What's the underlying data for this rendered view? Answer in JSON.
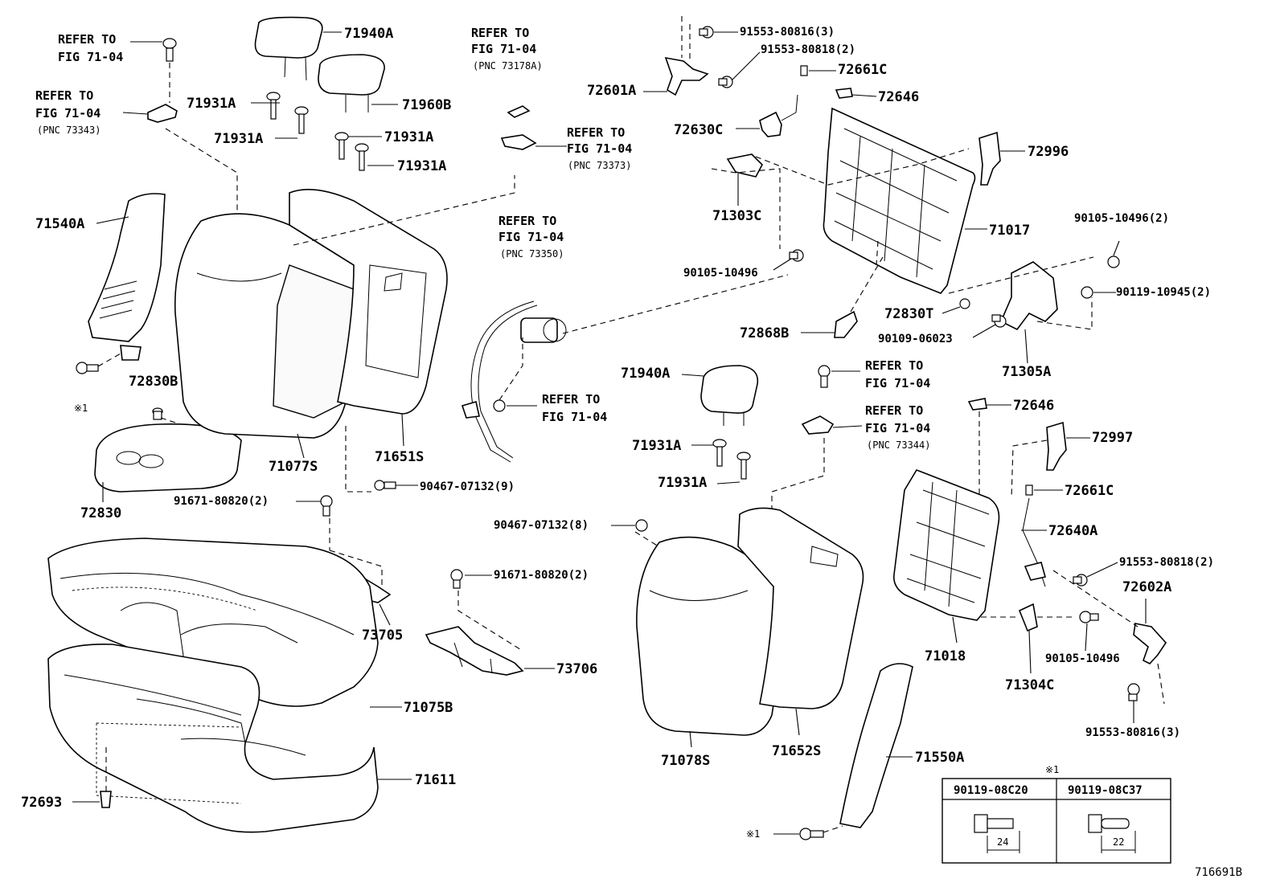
{
  "diagram_id": "716691B",
  "labels": {
    "l71940A_top": "71940A",
    "l71960B": "71960B",
    "l71931A_1": "71931A",
    "l71931A_2": "71931A",
    "l71931A_3": "71931A",
    "l71931A_4": "71931A",
    "l71540A": "71540A",
    "l72830B": "72830B",
    "l72830": "72830",
    "l71077S": "71077S",
    "l71651S": "71651S",
    "l73705": "73705",
    "l73706": "73706",
    "l71075B": "71075B",
    "l71611": "71611",
    "l72693": "72693",
    "l72601A": "72601A",
    "l72630C": "72630C",
    "l72661C_top": "72661C",
    "l72646_top": "72646",
    "l72996": "72996",
    "l71303C": "71303C",
    "l71017": "71017",
    "l72830T": "72830T",
    "l72868B": "72868B",
    "l71305A": "71305A",
    "l71940A_mid": "71940A",
    "l71931A_5": "71931A",
    "l71931A_6": "71931A",
    "l72646_mid": "72646",
    "l72997": "72997",
    "l72661C_mid": "72661C",
    "l72640A": "72640A",
    "l72602A": "72602A",
    "l71018": "71018",
    "l71304C": "71304C",
    "l71078S": "71078S",
    "l71652S": "71652S",
    "l71550A": "71550A"
  },
  "fasteners": {
    "f_91553_80816_top": "91553-80816(3)",
    "f_91553_80818_top": "91553-80818(2)",
    "f_90105_10496_a": "90105-10496",
    "f_90105_10496_2": "90105-10496(2)",
    "f_90119_10945": "90119-10945(2)",
    "f_90109_06023": "90109-06023",
    "f_90467_07132_9": "90467-07132(9)",
    "f_91671_80820_a": "91671-80820(2)",
    "f_90467_07132_8": "90467-07132(8)",
    "f_91671_80820_b": "91671-80820(2)",
    "f_91553_80818_b": "91553-80818(2)",
    "f_90105_10496_b": "90105-10496",
    "f_91553_80816_b": "91553-80816(3)",
    "note1_a": "※1",
    "note1_b": "※1"
  },
  "refs": {
    "r1_line1": "REFER TO",
    "r1_line2": "FIG 71-04",
    "r2_line1": "REFER TO",
    "r2_line2": "FIG 71-04",
    "r2_pnc": "(PNC 73343)",
    "r3_line1": "REFER TO",
    "r3_line2": "FIG 71-04",
    "r3_pnc": "(PNC 73178A)",
    "r4_line1": "REFER TO",
    "r4_line2": "FIG 71-04",
    "r4_pnc": "(PNC 73373)",
    "r5_line1": "REFER TO",
    "r5_line2": "FIG 71-04",
    "r5_pnc": "(PNC 73350)",
    "r6_line1": "REFER TO",
    "r6_line2": "FIG 71-04",
    "r7_line1": "REFER TO",
    "r7_line2": "FIG 71-04",
    "r8_line1": "REFER TO",
    "r8_line2": "FIG 71-04",
    "r8_pnc": "(PNC 73344)"
  },
  "legend": {
    "title": "※1",
    "col1": "90119-08C20",
    "col2": "90119-08C37",
    "dim1": "24",
    "dim2": "22"
  }
}
